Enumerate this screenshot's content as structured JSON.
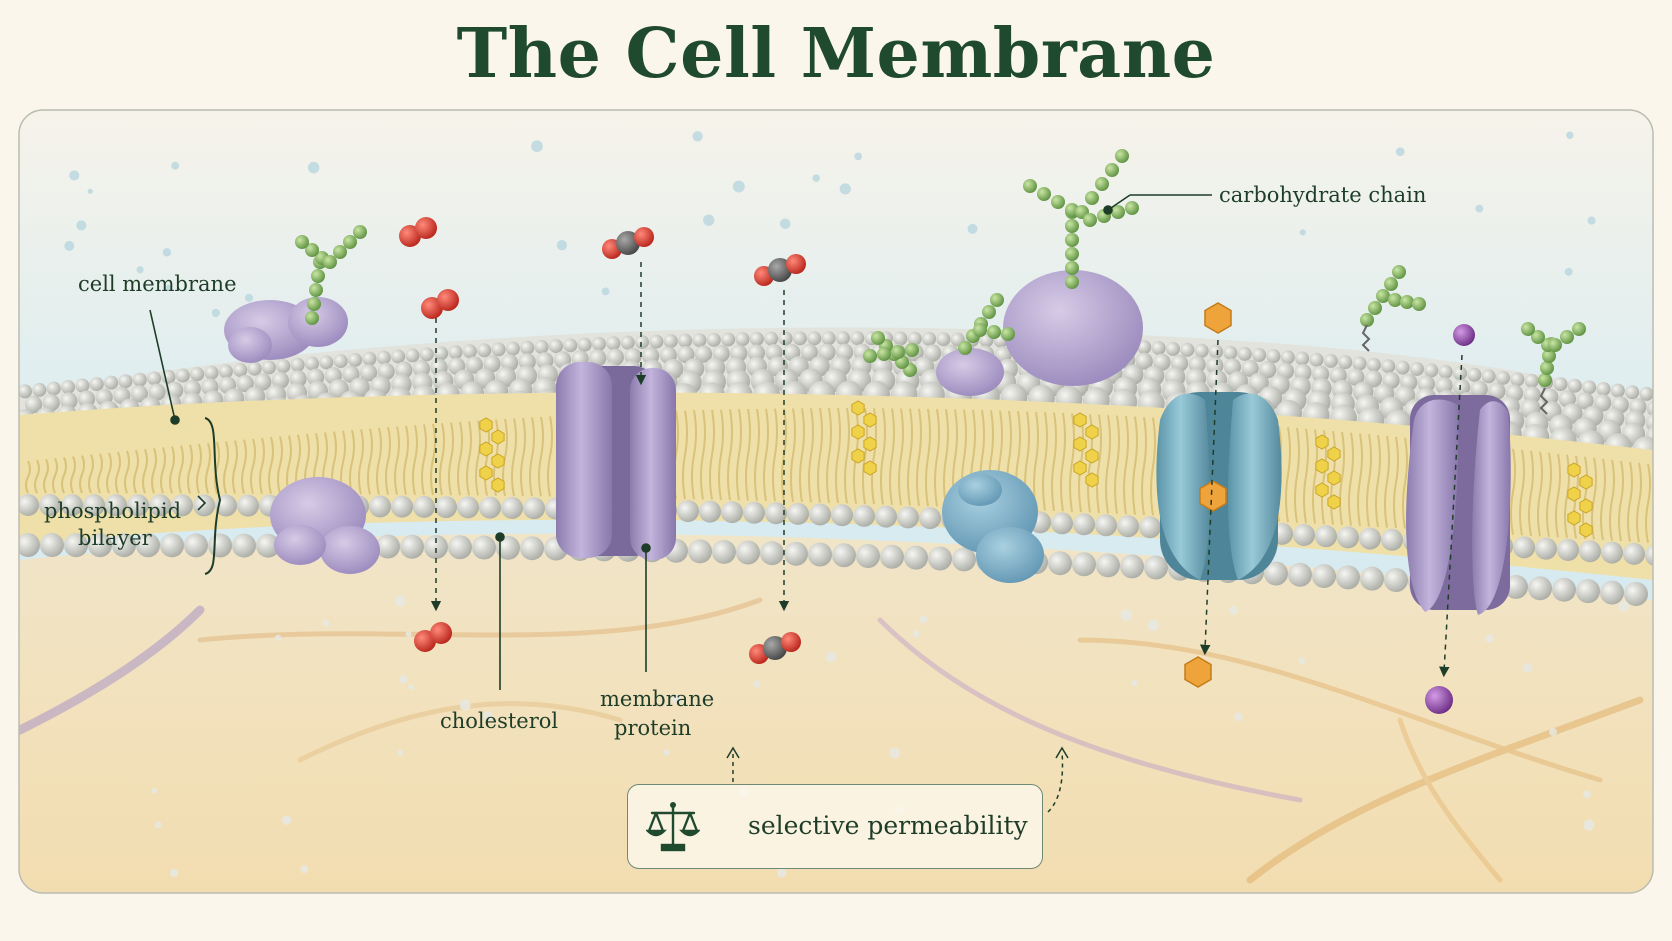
{
  "title": "The Cell Membrane",
  "labels": {
    "cell_membrane": "cell membrane",
    "phospholipid_line1": "phospholipid",
    "phospholipid_line2": "bilayer",
    "cholesterol": "cholesterol",
    "membrane_protein_line1": "membrane",
    "membrane_protein_line2": "protein",
    "carbohydrate_chain": "carbohydrate chain"
  },
  "key": {
    "text": "selective permeability",
    "icon": "balance-scale-icon"
  },
  "colors": {
    "title": "#1f4a2d",
    "label": "#1e3d28",
    "extracellular": "#d6ebf0",
    "intracellular": "#f1e2c3",
    "lipid_head": "#cfd1cc",
    "lipid_tail": "#e6d69a",
    "cholesterol": "#f0d24a",
    "protein_purple": "#a898c4",
    "protein_blue": "#78b0c2",
    "carbohydrate": "#86b462",
    "oxygen": "#d63a2e",
    "carbon": "#666666",
    "ion_orange": "#eea43a",
    "ion_purple": "#8a4ca0"
  }
}
